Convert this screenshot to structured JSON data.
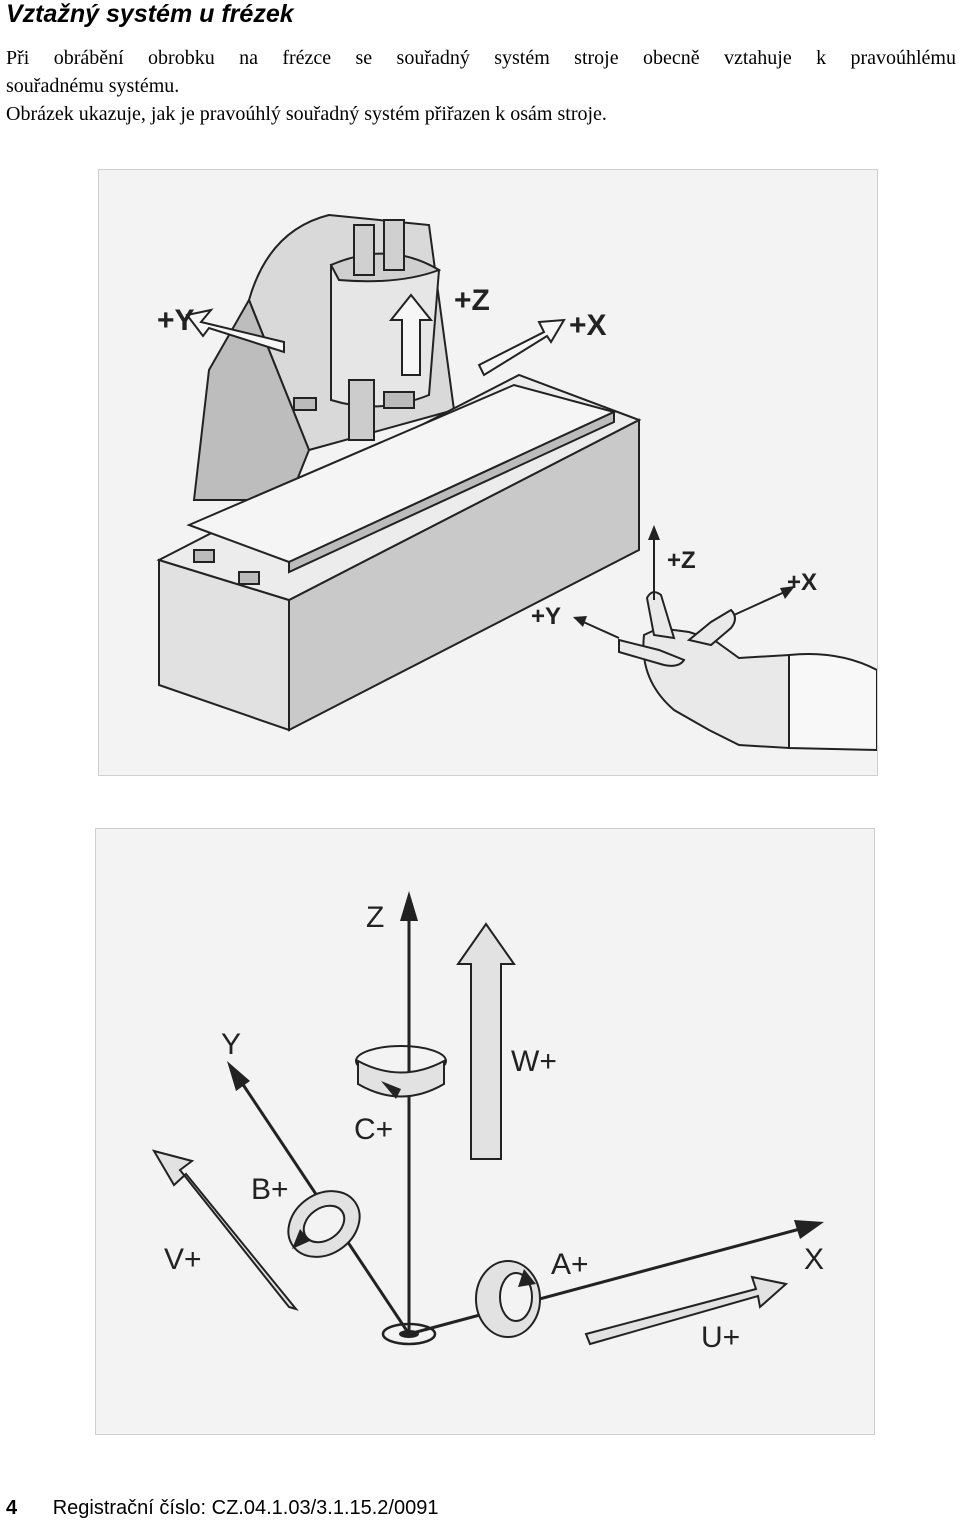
{
  "document": {
    "title": "Vztažný systém u frézek",
    "paragraph_line1": "Při obrábění obrobku na frézce se souřadný systém stroje obecně vztahuje k pravoúhlému",
    "paragraph_line2": "souřadnému systému.",
    "paragraph2": "Obrázek ukazuje, jak je pravoúhlý souřadný systém přiřazen k osám stroje."
  },
  "figure1": {
    "machine_labels": {
      "plus_y": "+Y",
      "plus_z": "+Z",
      "plus_x": "+X"
    },
    "hand_labels": {
      "plus_z": "+Z",
      "plus_x": "+X",
      "plus_y": "+Y"
    }
  },
  "figure2": {
    "axes": {
      "z": "Z",
      "y": "Y",
      "x": "X"
    },
    "motions": {
      "w": "W+",
      "c": "C+",
      "b": "B+",
      "v": "V+",
      "a": "A+",
      "u": "U+"
    }
  },
  "footer": {
    "page_number": "4",
    "registration_label": "Registrační číslo: CZ.04.1.03/3.1.15.2/0091"
  },
  "colors": {
    "ink": "#222222",
    "figure_bg": "#f3f3f3",
    "part_fill": "#d9d9d9",
    "shadow_fill": "#bdbdbd"
  }
}
